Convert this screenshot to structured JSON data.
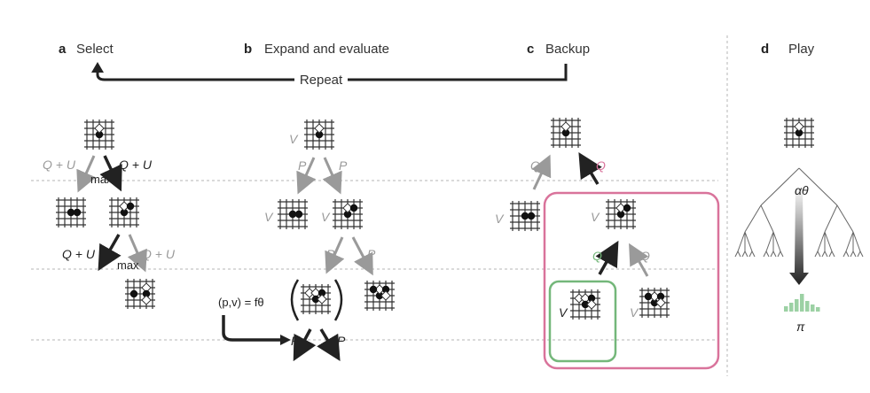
{
  "panels": [
    {
      "letter": "a",
      "title": "Select"
    },
    {
      "letter": "b",
      "title": "Expand and evaluate"
    },
    {
      "letter": "c",
      "title": "Backup"
    },
    {
      "letter": "d",
      "title": "Play"
    }
  ],
  "repeat_label": "Repeat",
  "select": {
    "qu_left_top": "Q + U",
    "qu_right_top": "Q + U",
    "max_top": "max",
    "qu_left_mid": "Q + U",
    "max_mid": "max",
    "qu_right_mid": "Q + U"
  },
  "expand": {
    "v_root": "V",
    "p_left": "P",
    "p_right": "P",
    "v_mid": "V",
    "v_mid2": "V",
    "p_mid_left": "P",
    "p_mid_right": "P",
    "network_eq": "(p,v) = fθ",
    "p_out_left": "P",
    "p_out_right": "P"
  },
  "backup": {
    "q_left_top": "Q",
    "q_right_top": "Q",
    "v_left": "V",
    "v_mid": "V",
    "q_mid_left": "Q",
    "q_mid_right": "Q",
    "v_bottom_left": "V",
    "v_bottom_right": "V"
  },
  "play": {
    "alpha_label": "αθ",
    "pi_label": "π"
  },
  "colors": {
    "pink": "#d9739b",
    "green": "#74b77a",
    "grey": "#9a9a9a",
    "dark": "#222222"
  }
}
